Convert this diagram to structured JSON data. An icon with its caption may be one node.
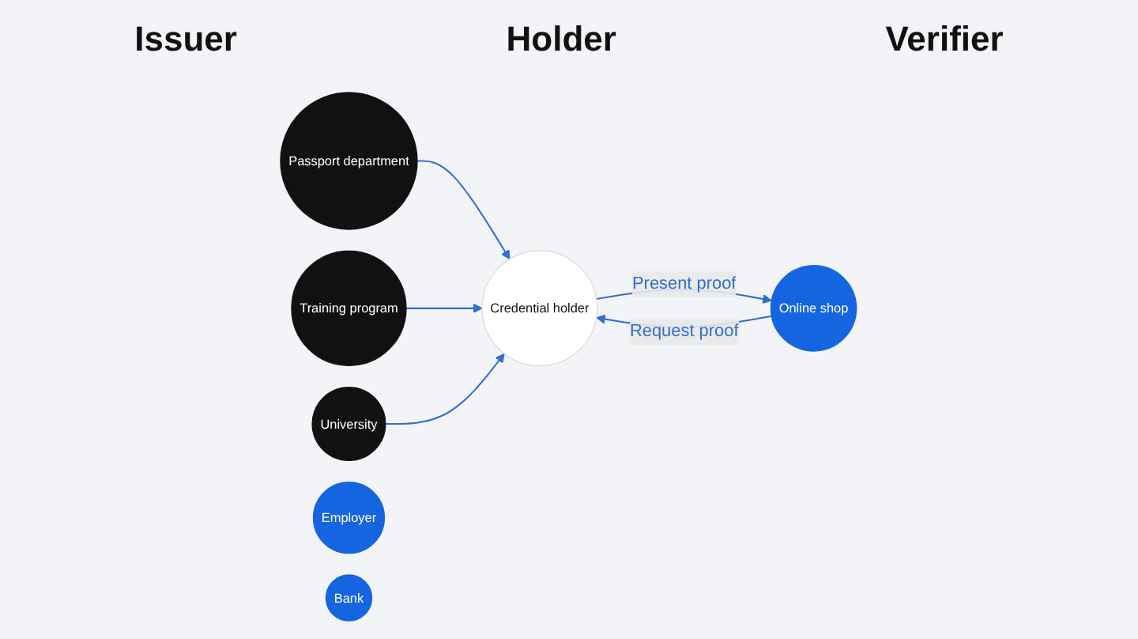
{
  "diagram": {
    "nodes": [
      {
        "text": [
          "Passport department"
        ]
      },
      {
        "text": [
          "Training program"
        ]
      },
      {
        "text": [
          "University"
        ]
      },
      {
        "text": [
          "Credential holder"
        ]
      },
      {
        "text": [
          "Employer"
        ]
      },
      {
        "text": [
          "Online shop"
        ]
      },
      {
        "text": [
          "Bank"
        ]
      }
    ],
    "edges": [
      {
        "from": 0,
        "to": 3,
        "arrow": "to"
      },
      {
        "from": 1,
        "to": 3,
        "arrow": "to"
      },
      {
        "from": 2,
        "to": 3,
        "arrow": "to"
      },
      {
        "from": 5,
        "to": 3,
        "arrow": "to",
        "label": "Request proof"
      },
      {
        "from": 3,
        "to": 5,
        "arrow": "to",
        "label": "Present proof"
      }
    ],
    "labels": [
      "Issuer",
      "Holder",
      "Verifier"
    ]
  }
}
